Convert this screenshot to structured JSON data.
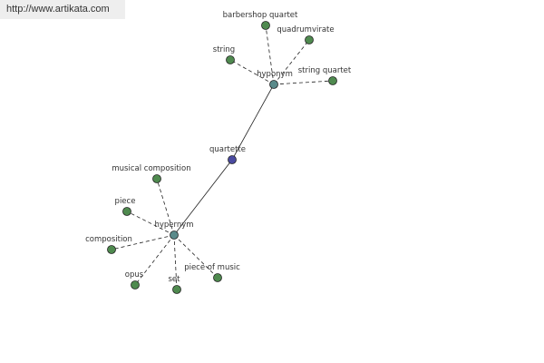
{
  "watermark": "http://www.artikata.com",
  "colors": {
    "center_node": "#4a4aa0",
    "hub_node": "#5a8a8a",
    "leaf_node": "#4f8a4f",
    "node_stroke": "#222222",
    "edge": "#222222"
  },
  "nodes": {
    "center": "quartette",
    "hypo_hub": "hyponym",
    "hyper_hub": "hypernym",
    "hypo_leaves": [
      "barbershop quartet",
      "quadrumvirate",
      "string",
      "string quartet"
    ],
    "hyper_leaves": [
      "musical composition",
      "piece",
      "composition",
      "opus",
      "set",
      "piece of music"
    ]
  }
}
